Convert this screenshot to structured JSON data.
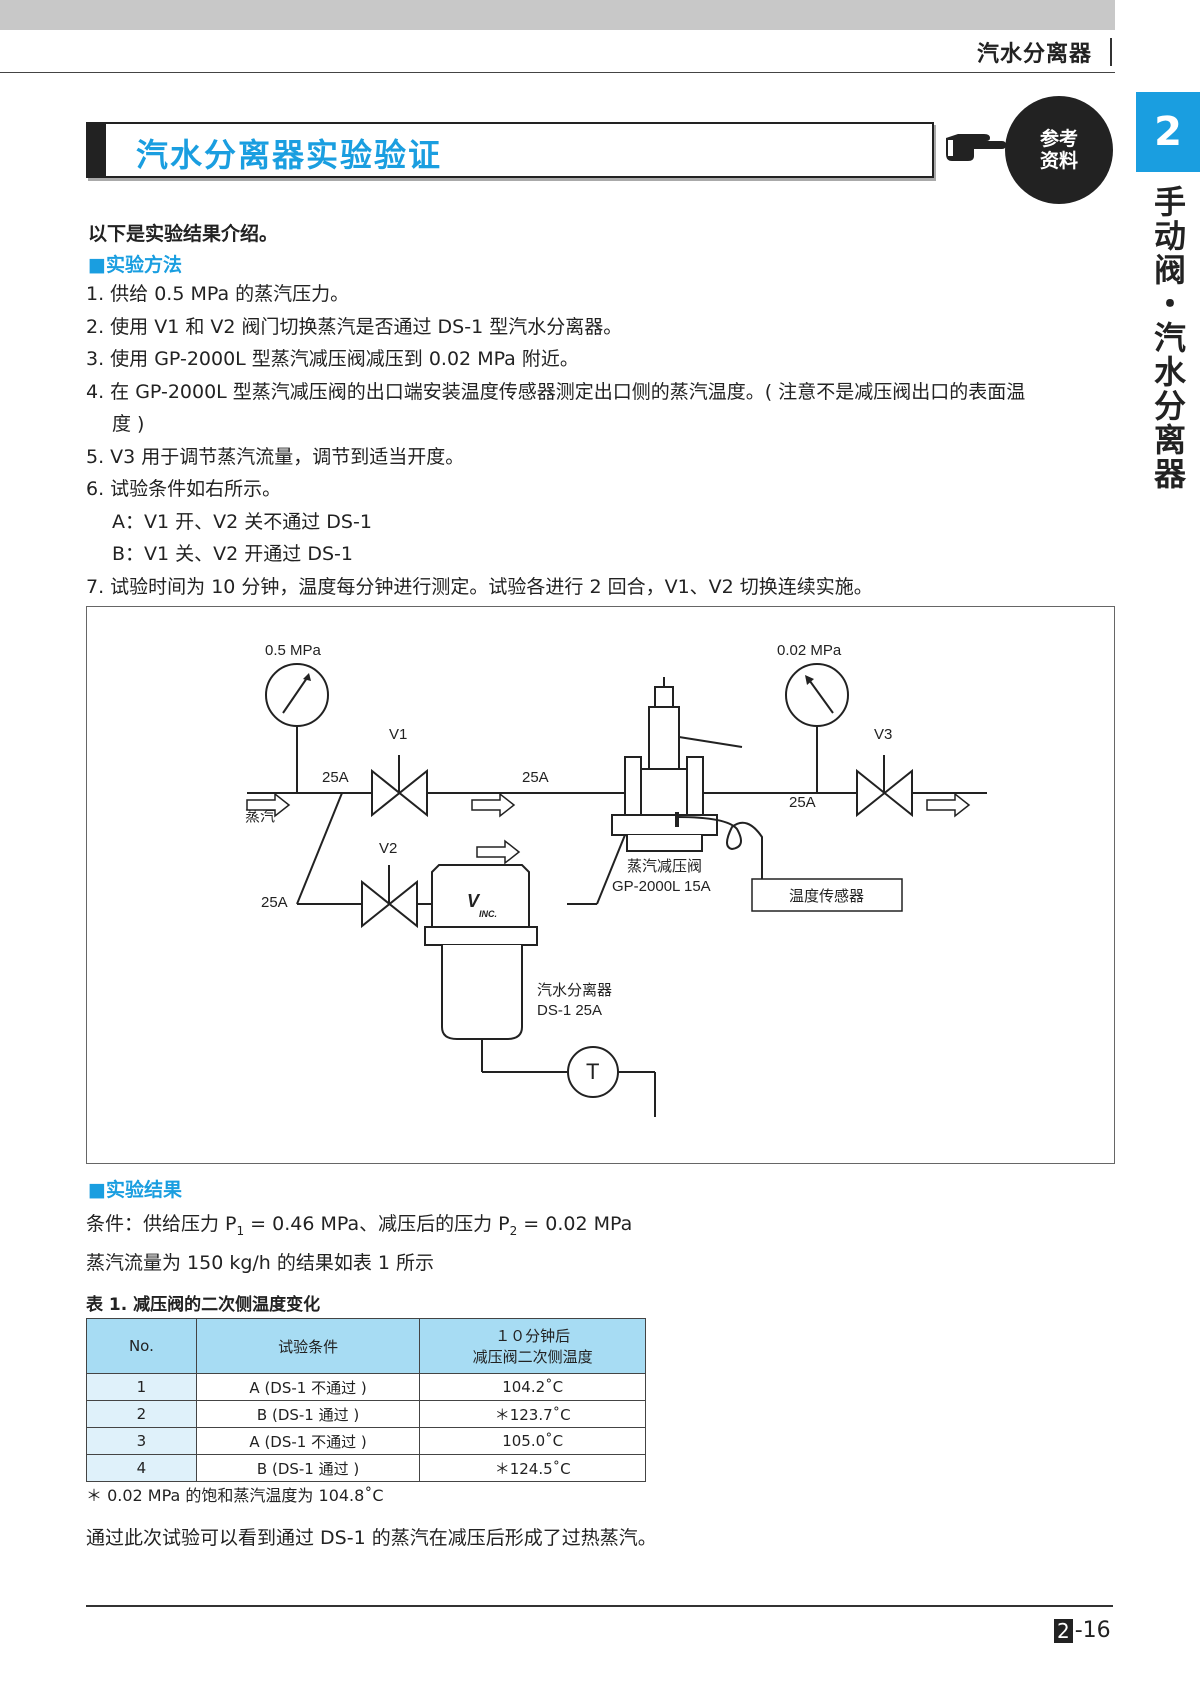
{
  "header": {
    "title": "汽水分离器"
  },
  "side": {
    "chapter": "2",
    "label": "手动阀・汽水分离器"
  },
  "title": "汽水分离器实验验证",
  "ref_badge": {
    "line1": "参考",
    "line2": "资料"
  },
  "intro": "以下是实验结果介绍。",
  "method": {
    "heading": "■实验方法",
    "items": [
      "1. 供给 0.5 MPa 的蒸汽压力。",
      "2. 使用 V1 和 V2 阀门切换蒸汽是否通过 DS-1 型汽水分离器。",
      "3. 使用 GP-2000L 型蒸汽减压阀减压到 0.02 MPa 附近。",
      "4. 在 GP-2000L 型蒸汽减压阀的出口端安装温度传感器测定出口侧的蒸汽温度。( 注意不是减压阀出口的表面温",
      "度 )",
      "5. V3 用于调节蒸汽流量，调节到适当开度。",
      "6. 试验条件如右所示。",
      "A：V1 开、V2 关不通过 DS-1",
      "B：V1 关、V2 开通过 DS-1",
      "7. 试验时间为 10 分钟，温度每分钟进行测定。试验各进行 2 回合，V1、V2 切换连续实施。"
    ]
  },
  "diagram": {
    "p_in": "0.5 MPa",
    "p_out": "0.02 MPa",
    "v1": "V1",
    "v2": "V2",
    "v3": "V3",
    "pipe_25a": "25A",
    "steam": "蒸汽",
    "prv_name": "蒸汽减压阀",
    "prv_model": "GP-2000L  15A",
    "sensor": "温度传感器",
    "sep_name": "汽水分离器",
    "sep_model": "DS-1  25A",
    "temp_symbol": "T"
  },
  "results": {
    "heading": "■实验结果",
    "cond_prefix": "条件：供给压力 P",
    "cond_sub1": "1",
    "cond_mid": " = 0.46 MPa、减压后的压力 P",
    "cond_sub2": "2",
    "cond_suffix": " = 0.02 MPa",
    "cond_line2": "蒸汽流量为 150 kg/h 的结果如表 1 所示",
    "table_caption": "表 1. 减压阀的二次侧温度变化",
    "columns": [
      "No.",
      "试验条件",
      "１０分钟后",
      "减压阀二次侧温度"
    ],
    "rows": [
      [
        "1",
        "A (DS-1 不通过 )",
        "104.2˚C"
      ],
      [
        "2",
        "B (DS-1 通过 )",
        "＊123.7˚C"
      ],
      [
        "3",
        "A (DS-1 不通过 )",
        "105.0˚C"
      ],
      [
        "4",
        "B (DS-1 通过 )",
        "＊124.5˚C"
      ]
    ],
    "note": "＊ 0.02 MPa 的饱和蒸汽温度为 104.8˚C",
    "conclusion": "通过此次试验可以看到通过 DS-1 的蒸汽在减压后形成了过热蒸汽。"
  },
  "footer": {
    "chapter": "2",
    "page": "-16"
  }
}
